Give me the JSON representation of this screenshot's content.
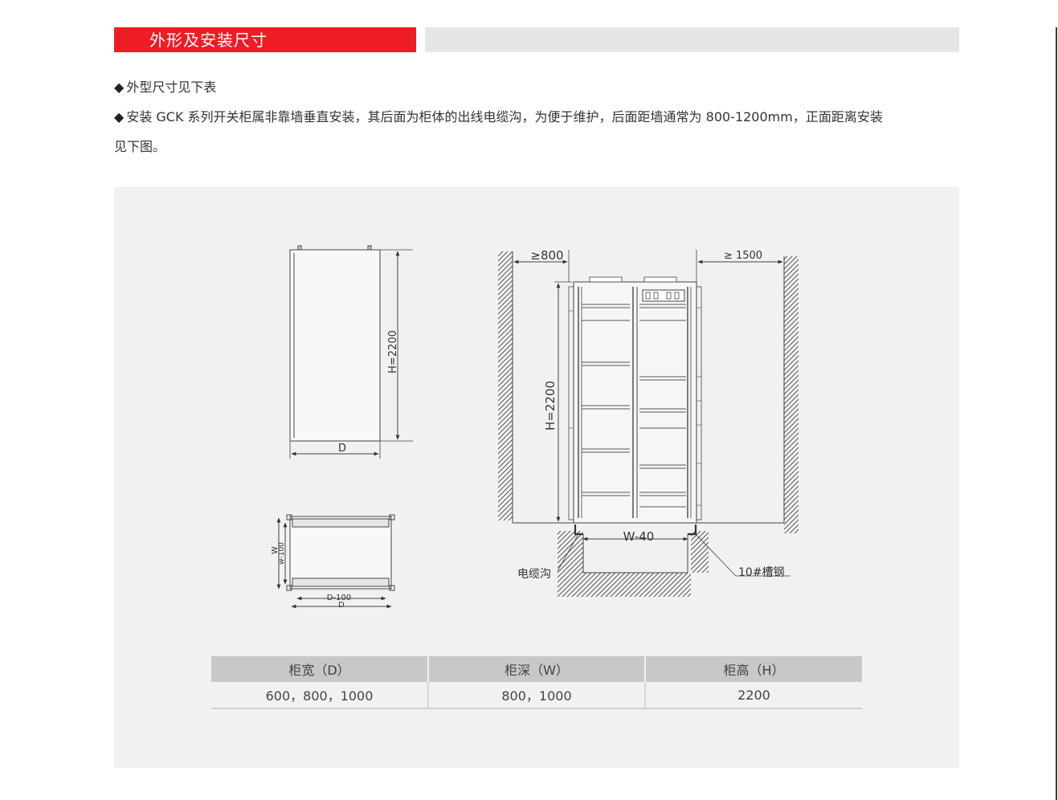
{
  "header": {
    "title": "外形及安装尺寸"
  },
  "bullets": [
    {
      "symbol": "◆",
      "text": "外型尺寸见下表"
    },
    {
      "symbol": "◆",
      "text": "安装 GCK 系列开关柜属非靠墙垂直安装，其后面为柜体的出线电缆沟，为便于维护，后面距墙通常为 800-1200mm，正面距离安装"
    },
    {
      "text": "见下图。"
    }
  ],
  "diagram": {
    "side_height": "H=2200",
    "side_depth": "D",
    "top_w": "W",
    "top_w100": "w-100",
    "top_d100": "D-100",
    "top_d": "D",
    "front_left_clear": "≥800",
    "front_right_clear": "≥ 1500",
    "front_height": "H=2200",
    "front_w40": "W-40",
    "cable_trench": "电缆沟",
    "channel_steel": "10#槽钢"
  },
  "table": {
    "headers": [
      "柜宽（D）",
      "柜深（W）",
      "柜高（H）"
    ],
    "rows": [
      [
        "600，800，1000",
        "800，1000",
        "2200"
      ]
    ]
  }
}
